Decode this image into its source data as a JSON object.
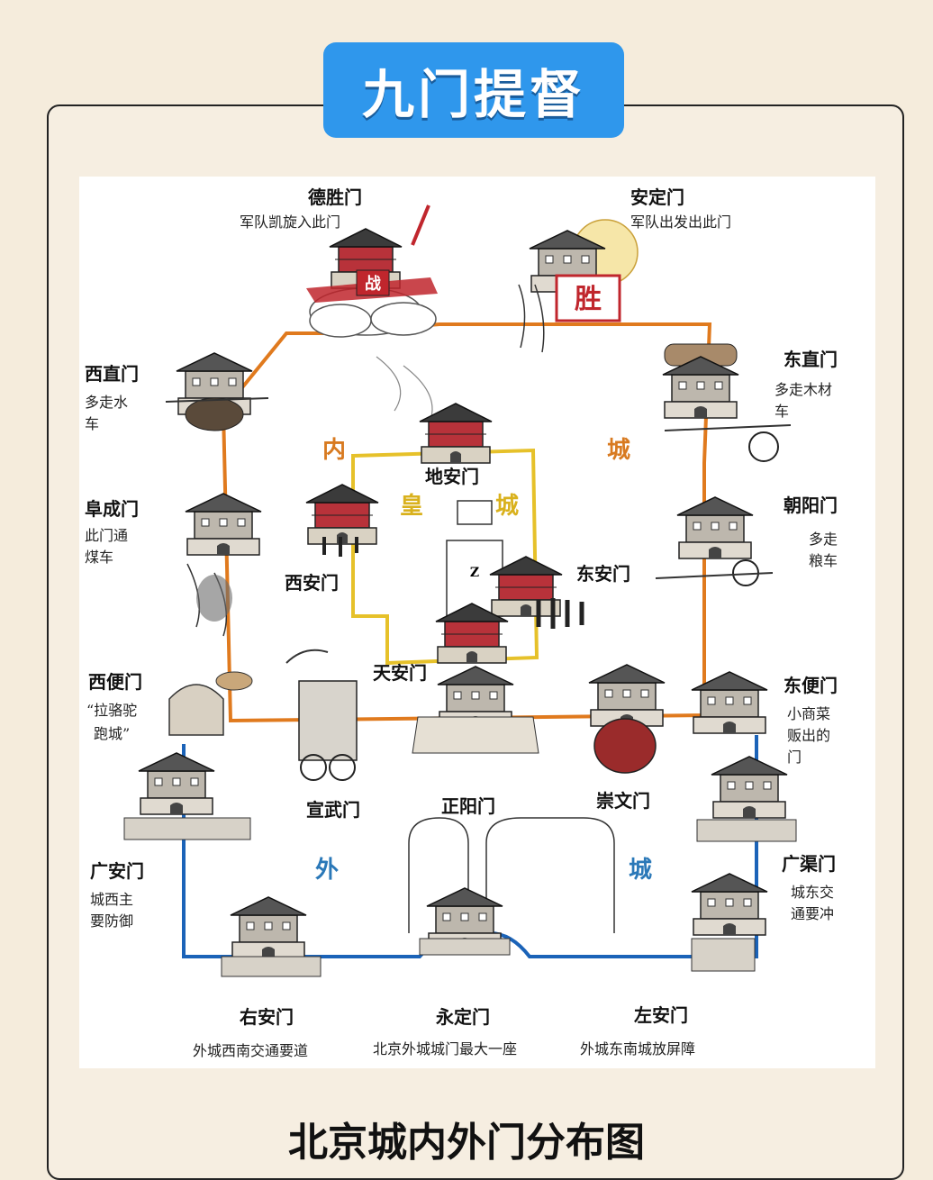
{
  "title": "九门提督",
  "caption": "北京城内外门分布图",
  "regions": {
    "inner_1": "内",
    "inner_2": "城",
    "imperial_1": "皇",
    "imperial_2": "城",
    "outer_1": "外",
    "outer_2": "城"
  },
  "gates": {
    "deshengmen": {
      "name": "德胜门",
      "note": "军队凯旋入此门"
    },
    "andingmen": {
      "name": "安定门",
      "note": "军队出发出此门"
    },
    "xizhimen": {
      "name": "西直门",
      "note_1": "多走水",
      "note_2": "车"
    },
    "dongzhimen": {
      "name": "东直门",
      "note_1": "多走木材",
      "note_2": "车"
    },
    "fuchengmen": {
      "name": "阜成门",
      "note_1": "此门通",
      "note_2": "煤车"
    },
    "chaoyangmen": {
      "name": "朝阳门",
      "note_1": "多走",
      "note_2": "粮车"
    },
    "dianmen": {
      "name": "地安门"
    },
    "xianmen": {
      "name": "西安门"
    },
    "donganmen": {
      "name": "东安门"
    },
    "tiananmen": {
      "name": "天安门"
    },
    "xibianmen": {
      "name": "西便门",
      "note_1": "“拉骆驼",
      "note_2": "跑城”"
    },
    "dongbianmen": {
      "name": "东便门",
      "note_1": "小商菜",
      "note_2": "贩出的",
      "note_3": "门"
    },
    "xuanwumen": {
      "name": "宣武门"
    },
    "zhengyangmen": {
      "name": "正阳门"
    },
    "chongwenmen": {
      "name": "崇文门"
    },
    "guanganmen": {
      "name": "广安门",
      "note_1": "城西主",
      "note_2": "要防御"
    },
    "guangqumen": {
      "name": "广渠门",
      "note_1": "城东交",
      "note_2": "通要冲"
    },
    "youanmen": {
      "name": "右安门",
      "note": "外城西南交通要道"
    },
    "yongdingmen": {
      "name": "永定门",
      "note": "北京外城城门最大一座"
    },
    "zuoanmen": {
      "name": "左安门",
      "note": "外城东南城放屏障"
    }
  },
  "badges": {
    "battle": "战",
    "victory": "胜",
    "center": "Z"
  },
  "colors": {
    "inner_wall": "#e07a1e",
    "imperial_wall": "#e6c12a",
    "outer_wall": "#1b63b8",
    "accent_red": "#c0262d",
    "title_bg": "#2f97ec"
  }
}
